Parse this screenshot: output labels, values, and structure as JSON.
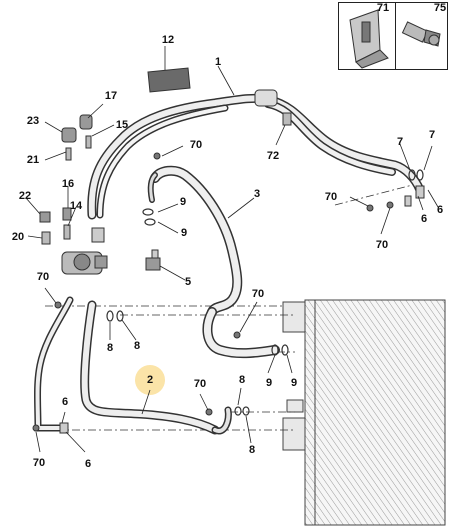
{
  "callouts": {
    "c1": "1",
    "c2": "2",
    "c3": "3",
    "c5": "5",
    "c6a": "6",
    "c6b": "6",
    "c6c": "6",
    "c6d": "6",
    "c7a": "7",
    "c7b": "7",
    "c8a": "8",
    "c8b": "8",
    "c8c": "8",
    "c8d": "8",
    "c9a": "9",
    "c9b": "9",
    "c9c": "9",
    "c9d": "9",
    "c12": "12",
    "c14": "14",
    "c15": "15",
    "c16": "16",
    "c17": "17",
    "c20": "20",
    "c21": "21",
    "c22": "22",
    "c23": "23",
    "c70a": "70",
    "c70b": "70",
    "c70c": "70",
    "c70d": "70",
    "c70e": "70",
    "c70f": "70",
    "c70g": "70",
    "c71": "71",
    "c72": "72",
    "c75": "75"
  },
  "highlight_color": "#fbe4a8",
  "line_color": "#333333",
  "part_fill": "#e6e6e6",
  "part_dark": "#555555"
}
